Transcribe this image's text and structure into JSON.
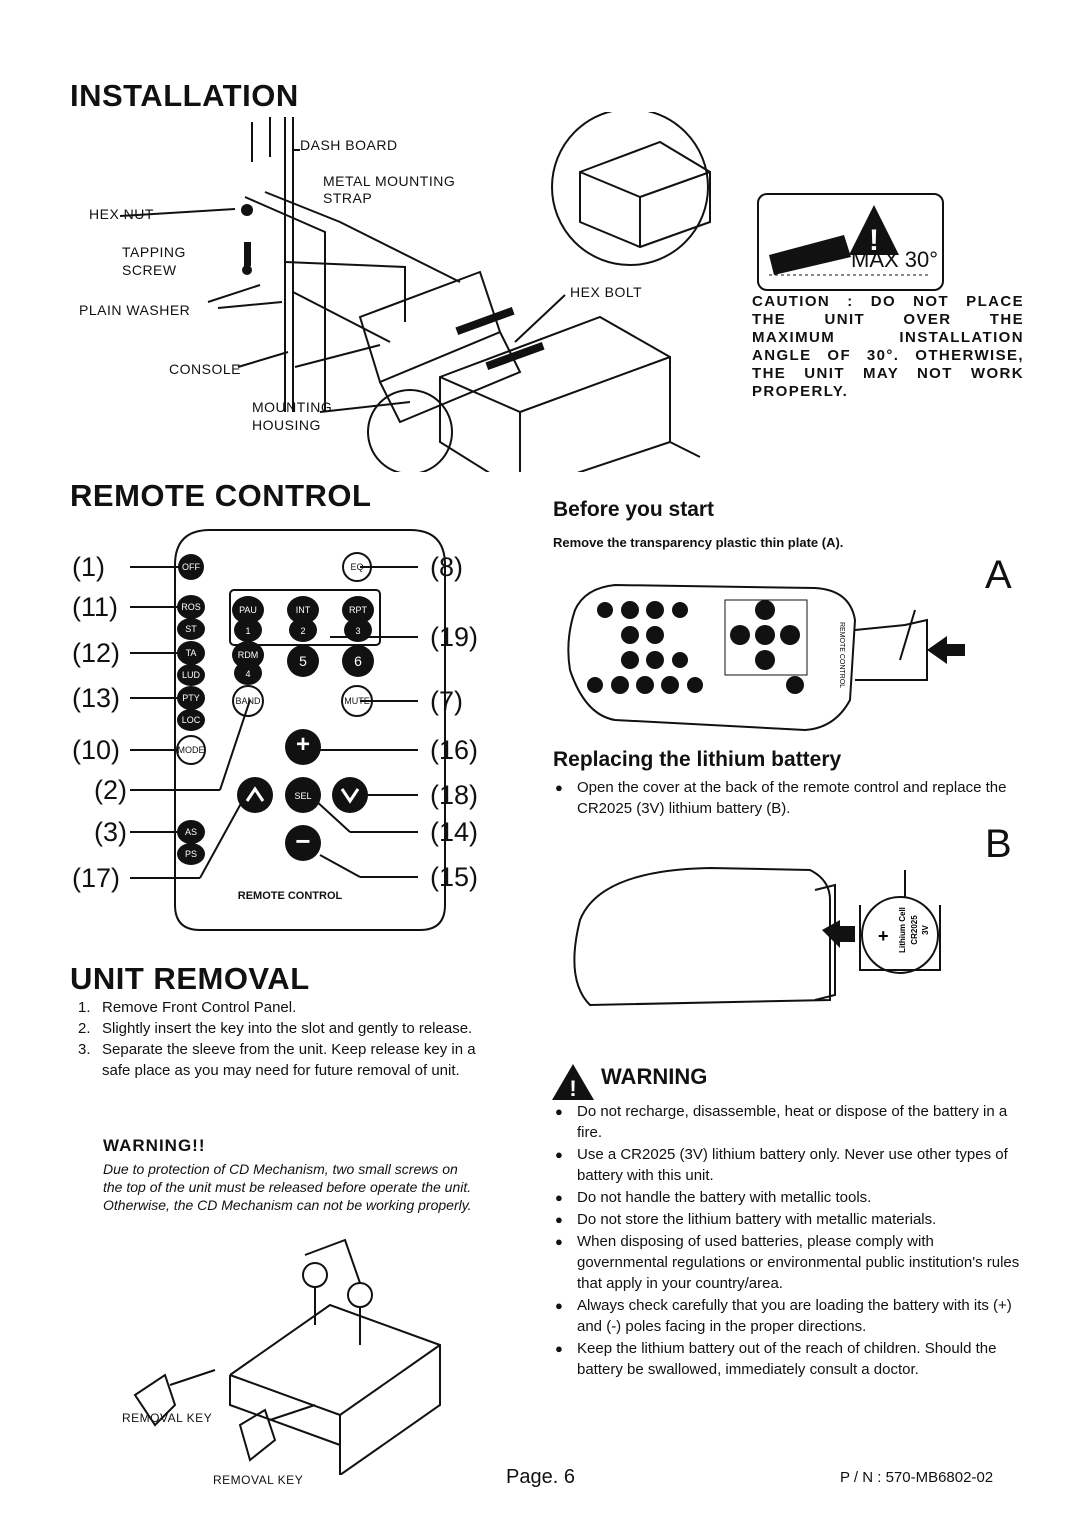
{
  "installation": {
    "title": "INSTALLATION",
    "labels": {
      "dash_board": "DASH BOARD",
      "metal_strap_1": "METAL MOUNTING",
      "metal_strap_2": "STRAP",
      "hex_nut": "HEX NUT",
      "tapping_1": "TAPPING",
      "tapping_2": "SCREW",
      "plain_washer": "PLAIN WASHER",
      "console": "CONSOLE",
      "mounting_1": "MOUNTING",
      "mounting_2": "HOUSING",
      "hex_bolt": "HEX BOLT"
    },
    "max_angle": "MAX 30°",
    "caution": [
      "CAUTION : DO NOT PLACE",
      "THE UNIT OVER THE",
      "MAXIMUM INSTALLATION",
      "ANGLE OF 30°. OTHERWISE,",
      "THE UNIT MAY NOT WORK",
      "PROPERLY."
    ]
  },
  "remote_control": {
    "title": "REMOTE CONTROL",
    "callouts_left": [
      "(1)",
      "(11)",
      "(12)",
      "(13)",
      "(10)",
      "(2)",
      "(3)",
      "(17)"
    ],
    "callouts_right": [
      "(8)",
      "(19)",
      "(7)",
      "(16)",
      "(18)",
      "(14)",
      "(15)"
    ],
    "buttons": {
      "off": "OFF",
      "eq": "EQ",
      "ros": "ROS",
      "st": "ST",
      "pau": "PAU",
      "int": "INT",
      "rpt": "RPT",
      "one": "1",
      "two": "2",
      "three": "3",
      "ta": "TA",
      "lud": "LUD",
      "rdm": "RDM",
      "four": "4",
      "five": "5",
      "six": "6",
      "pty": "PTY",
      "loc": "LOC",
      "band": "BAND",
      "mute": "MUTE",
      "mode": "MODE",
      "sel": "SEL",
      "as": "AS",
      "ps": "PS"
    },
    "remote_label": "REMOTE CONTROL"
  },
  "before_start": {
    "title": "Before you start",
    "text": "Remove the transparency plastic thin plate (A).",
    "figure_letter": "A",
    "side_label": "REMOTE CONTROL"
  },
  "replace_battery": {
    "title": "Replacing the lithium battery",
    "text": "Open the cover at the back of the remote control and replace the CR2025 (3V) lithium battery (B).",
    "figure_letter": "B",
    "cell_text": [
      "Lithium Cell",
      "CR2025",
      "3V"
    ],
    "plus": "+"
  },
  "unit_removal": {
    "title": "UNIT REMOVAL",
    "steps": [
      {
        "n": "1.",
        "text": "Remove Front Control Panel."
      },
      {
        "n": "2.",
        "text": "Slightly insert the key into the slot and gently to release."
      },
      {
        "n": "3.",
        "text": "Separate the sleeve from the unit. Keep release key in a safe place as you may need for future removal of unit."
      }
    ],
    "warning_title": "WARNING!!",
    "warning_text": "Due to protection of CD Mechanism, two small screws on the top of the unit must be released before operate the unit. Otherwise, the CD Mechanism can not be working properly.",
    "removal_key_1": "REMOVAL KEY",
    "removal_key_2": "REMOVAL KEY"
  },
  "warning": {
    "title": "WARNING",
    "items": [
      "Do not recharge, disassemble, heat or dispose of the battery in a fire.",
      "Use a CR2025 (3V) lithium battery only. Never use other types of battery with this unit.",
      "Do not handle the battery with metallic tools.",
      "Do not store the lithium battery with metallic materials.",
      "When disposing of used batteries, please comply with governmental regulations or environmental public institution's rules that apply in your country/area.",
      "Always check carefully that you are loading the battery with its (+) and (-) poles facing in the proper directions.",
      "Keep the lithium battery out of the reach of children. Should the battery be swallowed, immediately consult a doctor."
    ]
  },
  "footer": {
    "page": "Page. 6",
    "pn": "P / N : 570-MB6802-02"
  }
}
